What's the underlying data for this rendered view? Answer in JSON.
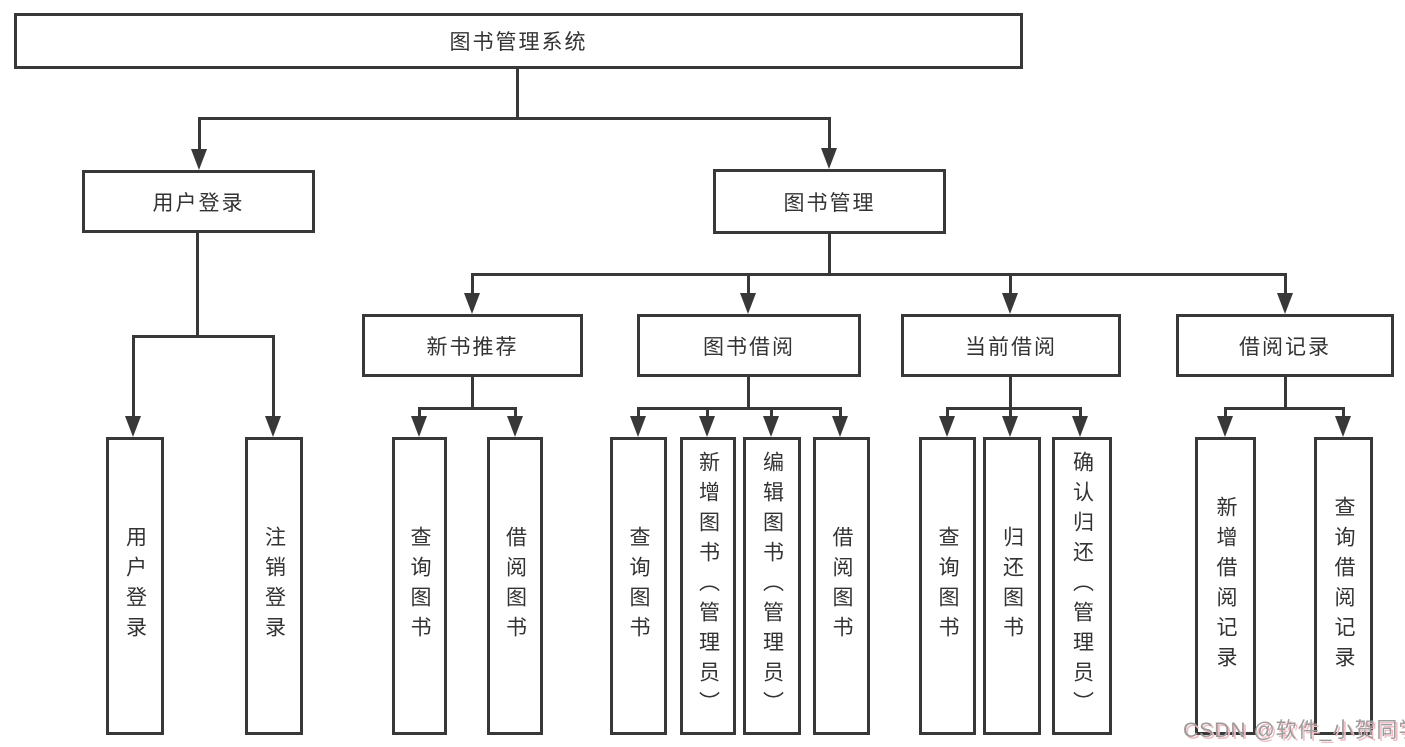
{
  "diagram": {
    "title": "图书管理系统",
    "level2": [
      "用户登录",
      "图书管理"
    ],
    "level3": [
      "新书推荐",
      "图书借阅",
      "当前借阅",
      "借阅记录"
    ],
    "leaves": {
      "user_login": [
        "用户登录",
        "注销登录"
      ],
      "new_book": [
        "查询图书",
        "借阅图书"
      ],
      "book_borrow": [
        "查询图书",
        "新增图书（管理员）",
        "编辑图书（管理员）",
        "借阅图书"
      ],
      "current_borrow": [
        "查询图书",
        "归还图书",
        "确认归还（管理员）"
      ],
      "borrow_records": [
        "新增借阅记录",
        "查询借阅记录"
      ]
    }
  },
  "watermark": {
    "text": "CSDN @软件_小贺同学"
  },
  "colors": {
    "line": "#383838",
    "text": "#333333",
    "watermark_text": "#9c9c9c",
    "watermark_shadow": "#f2bcc4"
  }
}
